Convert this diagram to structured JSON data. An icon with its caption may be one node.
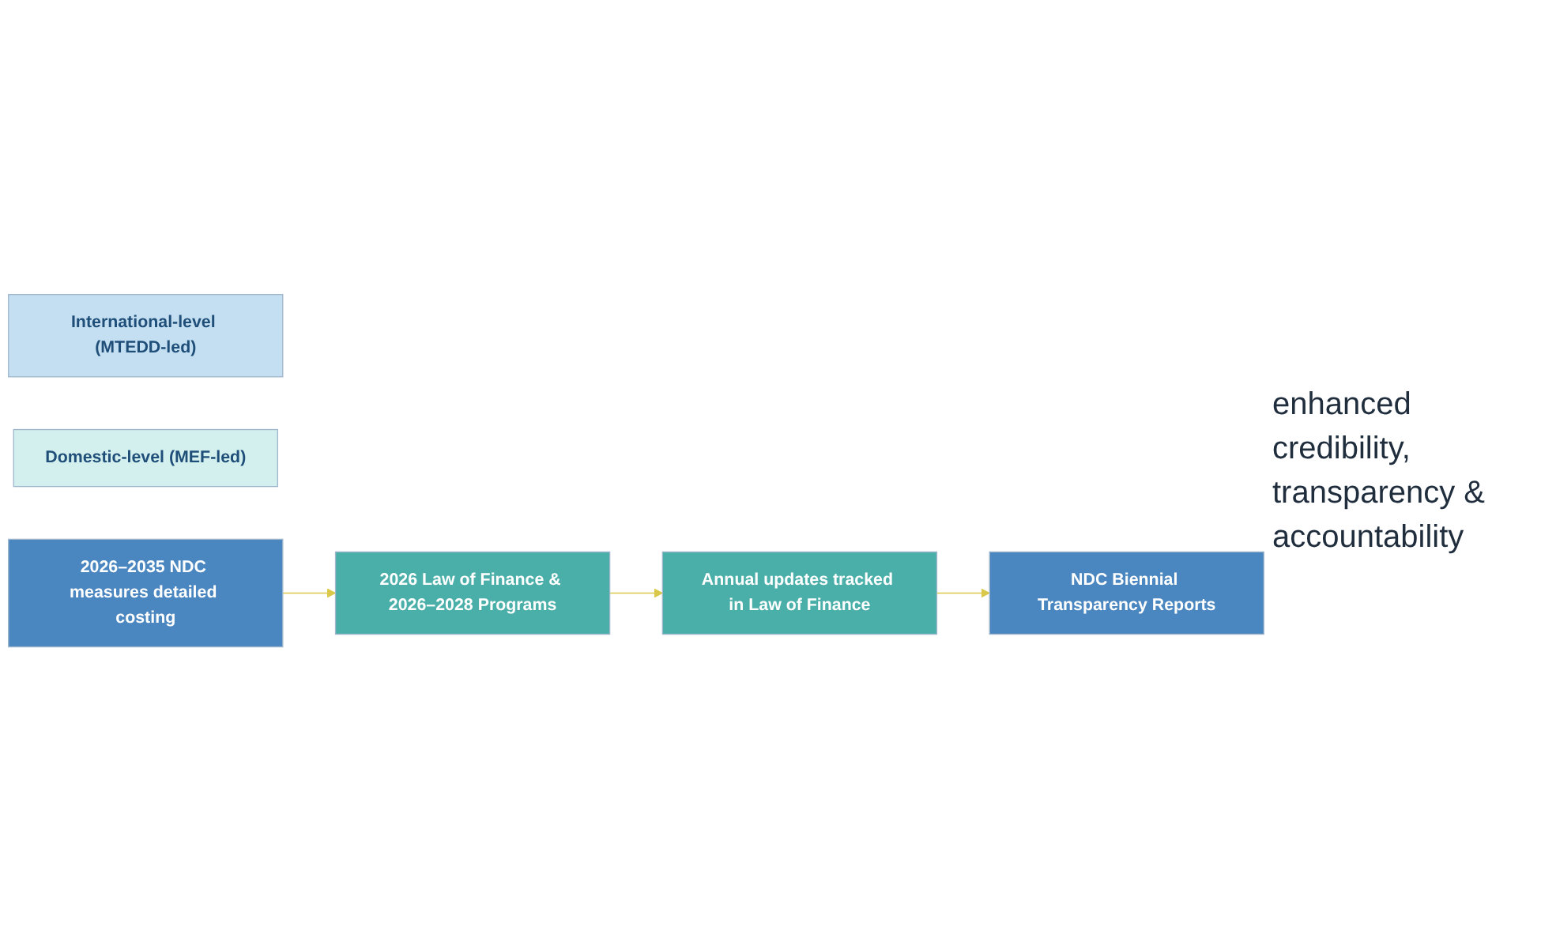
{
  "diagram": {
    "nodes": [
      {
        "text": [
          "International-level (MTEDD-led)"
        ]
      },
      {
        "text": [
          "Domestic-level (MEF-led)"
        ]
      },
      {
        "text": [
          "2026–2035 NDC measures detailed costing"
        ]
      },
      {
        "text": [
          "2026 Law of Finance & 2026–2028 Programs"
        ]
      },
      {
        "text": [
          "Annual updates tracked in Law of Finance"
        ]
      },
      {
        "text": [
          "NDC Biennial Transparency Reports"
        ]
      }
    ],
    "edges": [
      {
        "from": 2,
        "to": 3,
        "arrow": "to"
      },
      {
        "from": 3,
        "to": 4,
        "arrow": "to"
      },
      {
        "from": 4,
        "to": 5,
        "arrow": "to"
      }
    ],
    "labels": [
      "enhanced credibility, transparency & accountability"
    ]
  }
}
